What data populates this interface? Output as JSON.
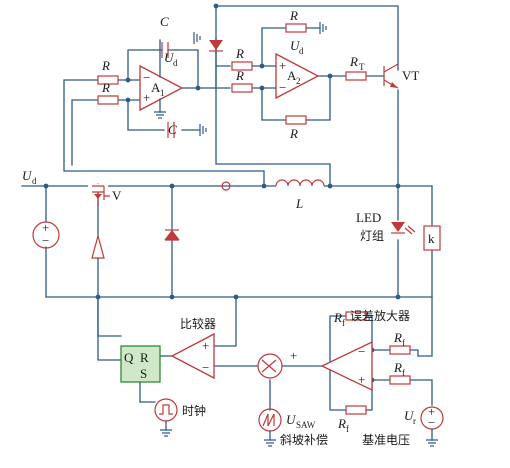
{
  "labels": {
    "ud_left": "U",
    "ud_left_sub": "d",
    "r1": "R",
    "r2": "R",
    "r3": "R",
    "r4": "R",
    "r5": "R",
    "r6": "R",
    "r7": "R",
    "c_top": "C",
    "c_bot": "C",
    "ud_a1": "U",
    "ud_a1_sub": "d",
    "ud_a2": "U",
    "ud_a2_sub": "d",
    "a1": "A",
    "a1_sub": "1",
    "a2": "A",
    "a2_sub": "2",
    "rt": "R",
    "rt_sub": "T",
    "vt": "VT",
    "inductor": "L",
    "mosfet": "V",
    "led_line1": "LED",
    "led_line2": "灯组",
    "relay": "k",
    "comparator": "比较器",
    "err_amp": "误差放大器",
    "rf_top": "R",
    "rf_top_sub": "f",
    "rf1": "R",
    "rf1_sub": "f",
    "rf2": "R",
    "rf2_sub": "f",
    "rf_bot": "R",
    "rf_bot_sub": "f",
    "qrs_q": "Q",
    "qrs_r": "R",
    "qrs_s": "S",
    "clock": "时钟",
    "usaw": "U",
    "usaw_sub": "SAW",
    "slope_comp": "斜坡补偿",
    "ur": "U",
    "ur_sub": "r",
    "ref_voltage": "基准电压",
    "plus": "+",
    "minus": "−"
  },
  "colors": {
    "wire": "#2e5b88",
    "component": "#c03a3a",
    "flipflop_fill": "#cfe8c8",
    "flipflop_border": "#2f8a3a"
  }
}
